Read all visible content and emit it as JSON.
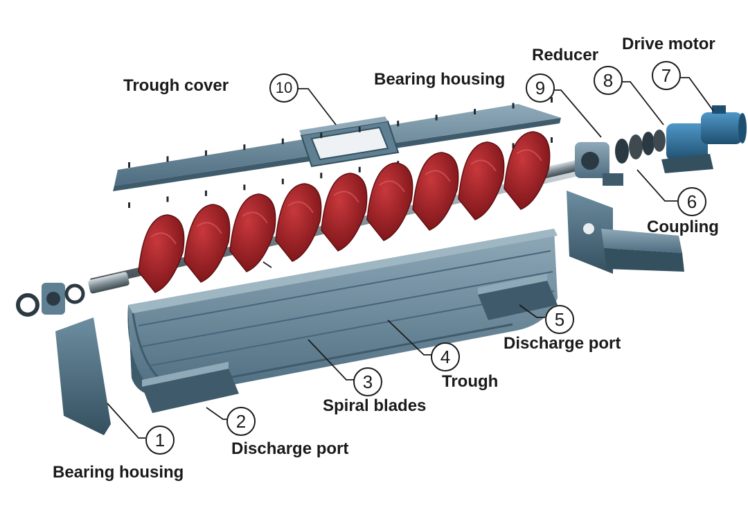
{
  "components": [
    {
      "number": "1",
      "label": "Bearing housing"
    },
    {
      "number": "2",
      "label": "Discharge port"
    },
    {
      "number": "3",
      "label": "Spiral blades"
    },
    {
      "number": "4",
      "label": "Trough"
    },
    {
      "number": "5",
      "label": "Discharge port"
    },
    {
      "number": "6",
      "label": "Coupling"
    },
    {
      "number": "7",
      "label": "Drive motor"
    },
    {
      "number": "8",
      "label": "Reducer"
    },
    {
      "number": "9",
      "label": "Bearing housing"
    },
    {
      "number": "10",
      "label": "Trough cover"
    }
  ],
  "colors": {
    "steel": "#5f7f92",
    "steel_dark": "#3e5a6b",
    "steel_light": "#8fa9b8",
    "spiral": "#a31e22",
    "spiral_dark": "#6e1216",
    "motor": "#2f6f9a"
  }
}
